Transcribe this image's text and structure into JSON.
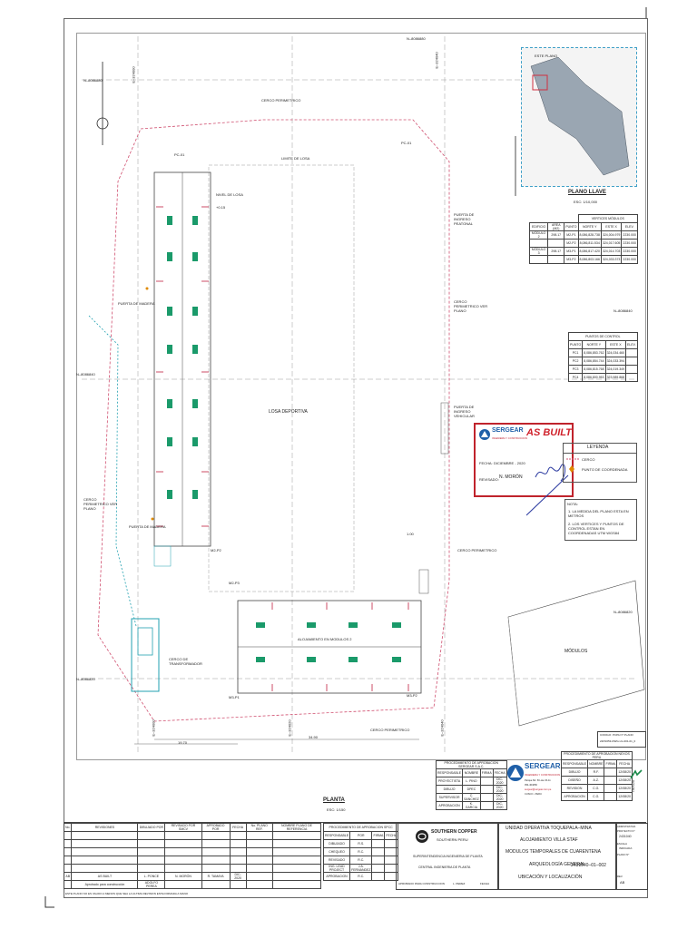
{
  "grid_labels": {
    "n_top": "N–8086880",
    "n_top_right": "N–8086880",
    "e_left": "E–324000",
    "e_right": "E–324040",
    "n_mid_left": "N–8086840",
    "n_mid_right": "N–8086840",
    "n_low_left": "N–8086820",
    "n_low_right": "N–8086820",
    "e_bottom_left": "E–324000",
    "e_bottom_mid": "E–324020",
    "e_bottom_right": "E–324040"
  },
  "plan_labels": {
    "cerco_top": "CERCO PERIMETRICO",
    "limite_losa": "LIMITE DE LOSA",
    "pc_left": "PC-01",
    "pc_right": "PC-01",
    "nivel_losa": "NIVEL DE LOSA",
    "nivel_value": "+0.15",
    "puerta_peatonal": "PUERTA DE INGRESO PEATONAL",
    "cerco_right": "CERCO PERIMETRICO VER PLANO",
    "puerta_madera": "PUERTA DE MADERA",
    "losa_deportiva": "LOSA DEPORTIVA",
    "puerta_vehicular": "PUERTA DE INGRESO VEHICULAR",
    "cerco_left": "CERCO PERIMETRICO VER PLANO",
    "puerta_madera_2": "PUERTA DE MADERA",
    "cerco_right_2": "CERCO PERIMETRICO",
    "cerco_transformador": "CERCO DE TRANSFORMADOR",
    "alojamiento_label": "ALOJAMIENTO EN MODULOS 2",
    "cerco_bottom": "CERCO PERIMETRICO",
    "mp1": "M3-P1",
    "mp2": "M3-P2",
    "mp3": "M2-P2",
    "mp4": "M2-P3",
    "modulos": "MÓDULOS",
    "planta_title": "PLANTA",
    "planta_scale": "ESC: 1/150",
    "dim_1": "19.70",
    "dim_2": "34.90",
    "dim_3": "1.00"
  },
  "keymap": {
    "este_plano": "ESTE PLANO",
    "title": "PLANO LLAVE",
    "scale": "ESC: 1/10,000"
  },
  "vertices_table": {
    "header": [
      "EDIFICIO",
      "AREA (M2)",
      "PUNTO",
      "NORTE Y",
      "ESTE X",
      "ELEV."
    ],
    "super_header": "VERTICES MÓDULOS",
    "rows": [
      [
        "MÓDULO 2",
        "298.17",
        "M2-P1",
        "8,086,828.738",
        "324,004.979",
        "2230.000"
      ],
      [
        "",
        "",
        "M2-P2",
        "8,086,811.534",
        "324,017.605",
        "2230.000"
      ],
      [
        "MÓDULO 3",
        "298.17",
        "M3-P1",
        "8,086,817.420",
        "324,014.703",
        "2230.000"
      ],
      [
        "",
        "",
        "M3-P2",
        "8,086,803.166",
        "324,033.373",
        "2230.000"
      ]
    ]
  },
  "control_table": {
    "super_header": "PUNTOS DE CONTROL",
    "header": [
      "PUNTO",
      "NORTE Y",
      "ESTE X",
      "ELEV."
    ],
    "rows": [
      [
        "PC1",
        "8,086,853.762",
        "324,034.460",
        ""
      ],
      [
        "PC2",
        "8,086,854.744",
        "324,033.394",
        ""
      ],
      [
        "PC3",
        "8,086,815.768",
        "324,019.349",
        ""
      ],
      [
        "PC4",
        "8,086,800.953",
        "323,989.868",
        ""
      ]
    ]
  },
  "stamp": {
    "brand": "SERGEAR",
    "brand_sub": "INGENIERIA Y CONSTRUCCION",
    "as_built": "AS BUILT",
    "fecha_label": "FECHA:",
    "fecha_value": "DICIEMBRE - 2020",
    "revisado_label": "REVISADO:",
    "revisado_value": "N. MORÓN"
  },
  "legend": {
    "title": "LEYENDA",
    "items": [
      "CERCO",
      "PUNTO DE COORDENADA"
    ]
  },
  "notes": {
    "title": "NOTA:",
    "items": [
      "1. LA MEDIDA DEL PLANO ESTA EN METROS",
      "2. LOS VERTICES Y PUNTOS DE CONTROL ESTAN EN COORDENADAS UTM WGS84"
    ]
  },
  "approval_block": {
    "title": "PROCEDIMIENTO DE APROBACION SERGEAR S.A.C.",
    "header": [
      "RESPONSABLE",
      "NOMBRE",
      "FIRMA",
      "FECHA"
    ],
    "rows": [
      [
        "PROYECTISTA",
        "L. PINO",
        "",
        "DIC-2020"
      ],
      [
        "DIBUJO",
        "DPEC",
        "",
        "DIC-2020"
      ],
      [
        "SUPERVISOR",
        "C. SANCHEZ",
        "",
        "DIC-2020"
      ],
      [
        "APROBACION",
        "K. GARCIA",
        "",
        "DIC-2020"
      ]
    ]
  },
  "sergear_logo": {
    "name": "SERGEAR",
    "sub": "INGENIERIA Y CONSTRUCCION",
    "address": "Parque Mz. B Lote 15-11",
    "phone": "054-404050",
    "web": "sergear@sergear.com.pe",
    "city": "CUSCO - PERU"
  },
  "client_approval_block": {
    "title": "PROCEDIMIENTO DE APROBACION NEXOS PERU",
    "header": [
      "RESPONSABLE",
      "NOMBRE",
      "FIRMA",
      "FECHA"
    ],
    "rows": [
      [
        "DIBUJO",
        "R.F.",
        "",
        "12/08/20"
      ],
      [
        "DISEÑO",
        "A.Z.",
        "",
        "12/08/20"
      ],
      [
        "REVISION",
        "C.G.",
        "",
        "12/08/20"
      ],
      [
        "APROBACION",
        "C.G.",
        "",
        "12/08/20"
      ]
    ],
    "brand": "nexos"
  },
  "right_code": {
    "label": "CODIGO: PCPA N° PLANO",
    "value": "22FN053-DWG-UL-001-01_0"
  },
  "revision_block": {
    "header": [
      "No.",
      "REVISIONES",
      "DIBUJADO POR",
      "REVISADO POR SMCV",
      "APROBADO POR",
      "FECHA",
      "No. PLANO REF.",
      "NOMBRE PLANO DE REFERENCIA"
    ],
    "rows": [
      [
        "AB",
        "AS BUILT",
        "L. PONCE",
        "N. MORÓN",
        "R. TAMAYA",
        "DIC-2020",
        "",
        ""
      ],
      [
        "",
        "Aprobado para construcción",
        "ADOLFO PEREA",
        "",
        "",
        "",
        "",
        ""
      ]
    ],
    "footnote": "ESTE PLANO NO ES VALIDO A MENOS QUE SEA LA ULTIMA REVISION ESTE FIRMADA A MANO"
  },
  "spcc_block": {
    "title": "PROCEDIMIENTO DE APROBACION SPCC",
    "header": [
      "RESPONSABLE",
      "POR",
      "FIRMA",
      "FECHA"
    ],
    "rows": [
      [
        "DIBUJADO",
        "R.S.",
        "",
        ""
      ],
      [
        "CHEQUEO",
        "R.C.",
        "",
        ""
      ],
      [
        "REVISADO",
        "R.C.",
        "",
        ""
      ],
      [
        "ING. LEAD PROJECT",
        "J.A. FERNANDEZ",
        "",
        ""
      ],
      [
        "APROBACION",
        "R.C.",
        "",
        ""
      ]
    ],
    "aprob_label": "APROBADO PARA CONSTRUCCION",
    "aprob_value": "L. PEREZ",
    "fecha_label": "FECHA"
  },
  "southern": {
    "name": "SOUTHERN COPPER",
    "sub": "SOUTHERN PERU",
    "l1": "SUPERINTENDENCIA INGENIERIA DE PLANTA",
    "l2": "CENTRAL INGENIERIA DE PLANTA"
  },
  "project_title": {
    "l1": "UNIDAD OPERATIVA TOQUEPALA–MINA",
    "l2": "ALOJAMIENTO VILLA STAF",
    "l3": "MODULOS TEMPORALES DE CUARENTENA",
    "l4": "ARQUEOLOGÍA GENERAL",
    "l5": "UBICACIÓN Y LOCALIZACIÓN"
  },
  "right_info": {
    "adm_label": "ADMISTRATIVA",
    "plan_label": "PROYECTO N°",
    "proj_code": "2431040",
    "esc_label": "ESCALA",
    "esc_value": "INDICADA",
    "plano_label": "PLANO N°",
    "plano_value": "2431040–01–002",
    "rev_label": "REV.",
    "rev_value": "AB"
  }
}
